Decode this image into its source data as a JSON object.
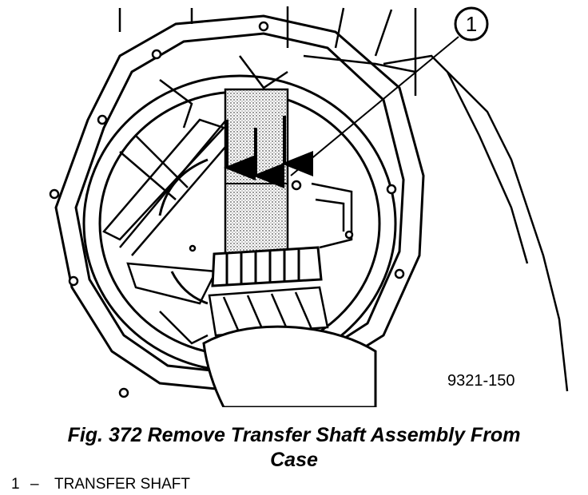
{
  "figure": {
    "callout_number": "1",
    "figure_id": "9321-150",
    "caption_line1": "Fig. 372 Remove Transfer Shaft Assembly From",
    "caption_line2": "Case"
  },
  "legend": [
    {
      "number": "1",
      "dash": "–",
      "label": "TRANSFER SHAFT"
    }
  ]
}
